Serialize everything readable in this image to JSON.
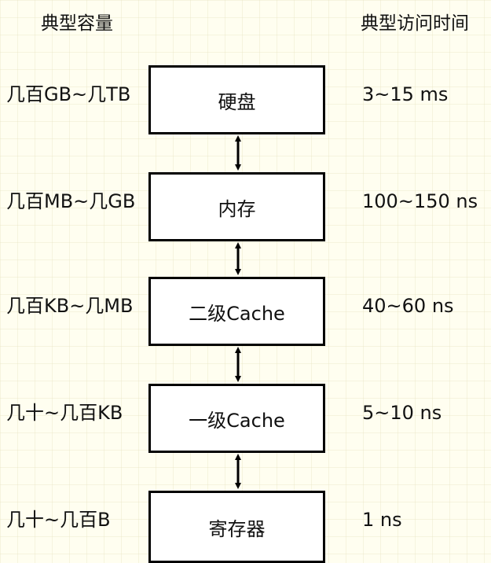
{
  "headers": {
    "capacity": "典型容量",
    "access_time": "典型访问时间"
  },
  "levels": [
    {
      "name": "硬盘",
      "capacity": "几百GB~几TB",
      "access_time": "3~15 ms"
    },
    {
      "name": "内存",
      "capacity": "几百MB~几GB",
      "access_time": "100~150 ns"
    },
    {
      "name": "二级Cache",
      "capacity": "几百KB~几MB",
      "access_time": "40~60 ns"
    },
    {
      "name": "一级Cache",
      "capacity": "几十~几百KB",
      "access_time": "5~10 ns"
    },
    {
      "name": "寄存器",
      "capacity": "几十~几百B",
      "access_time": "1 ns"
    }
  ]
}
